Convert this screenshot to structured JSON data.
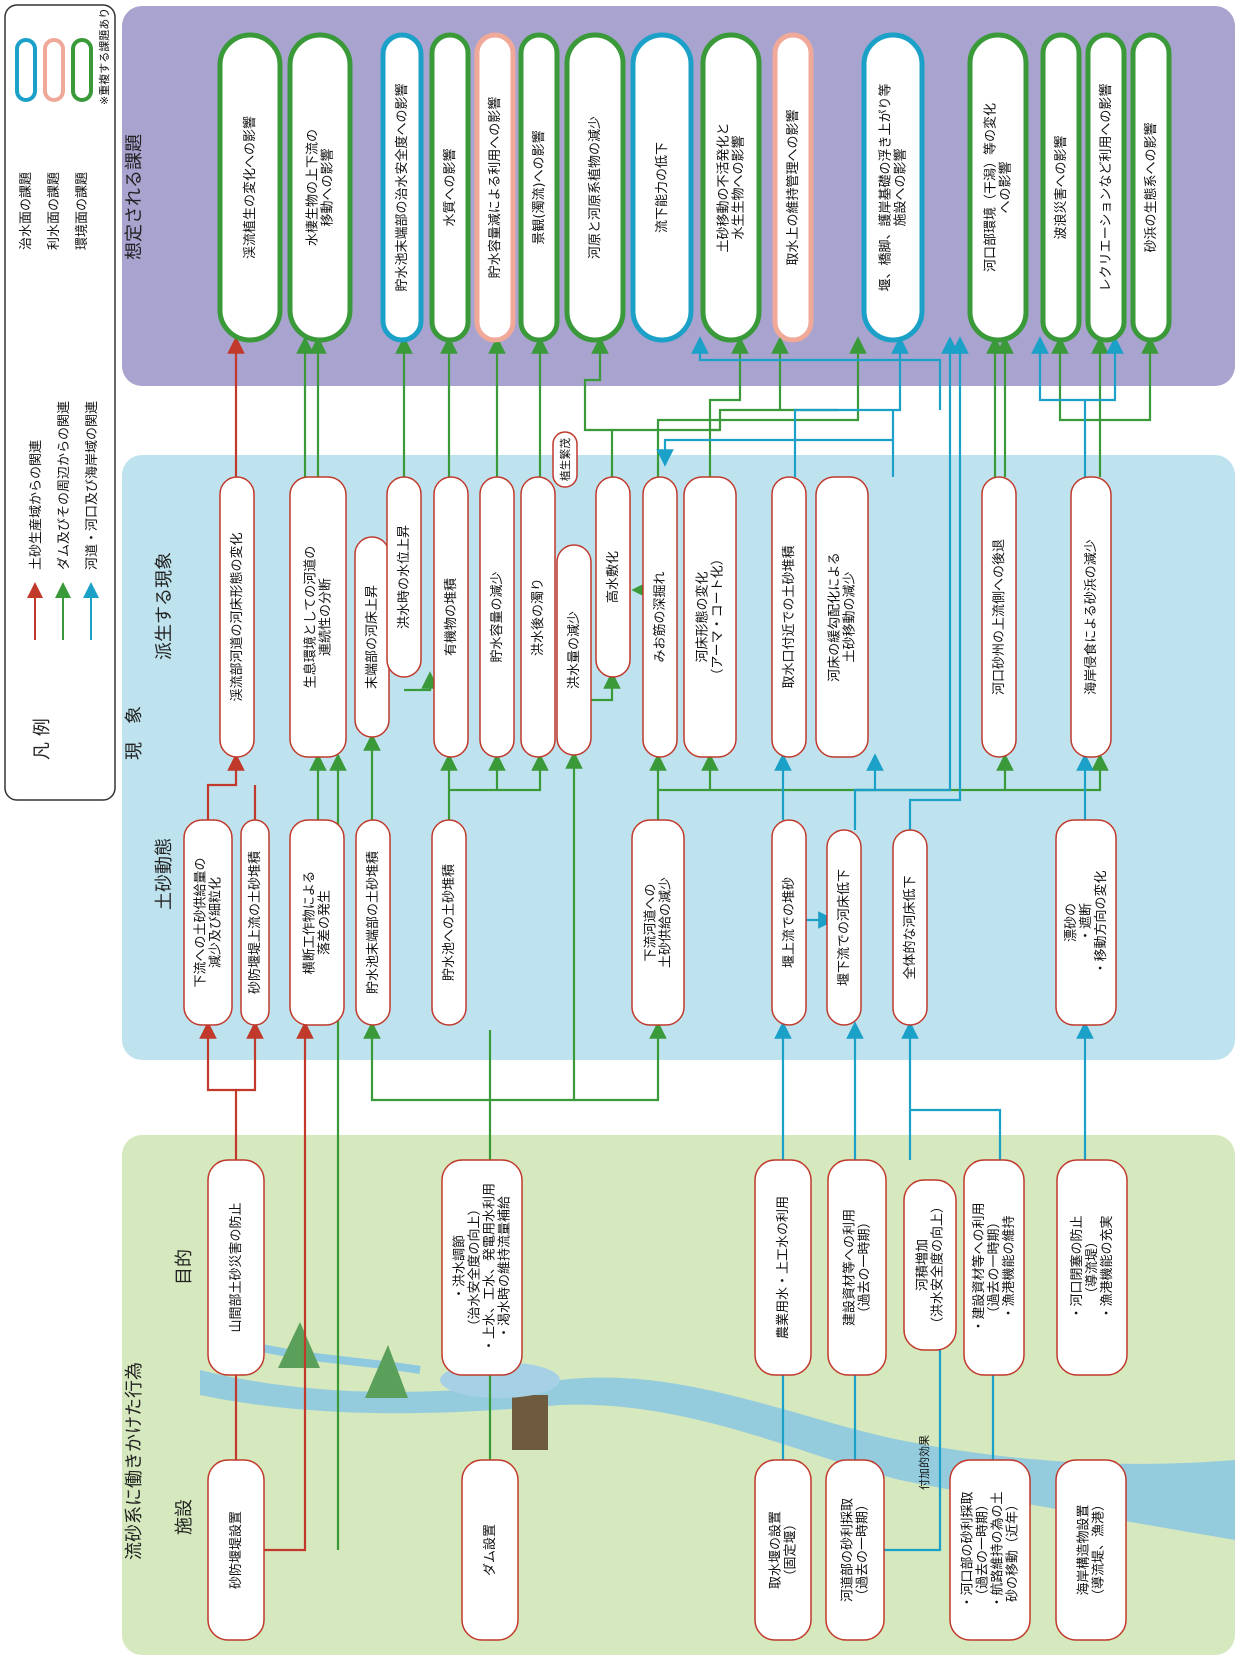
{
  "legend": {
    "title": "凡 例",
    "arrows": [
      {
        "label": "土砂生産域からの関連",
        "color": "#c0392b"
      },
      {
        "label": "ダム及びその周辺からの関連",
        "color": "#3a9a3a"
      },
      {
        "label": "河道・河口及び海岸域の関連",
        "color": "#1ba0c8"
      }
    ],
    "issues": [
      {
        "label": "治水面の課題",
        "color": "#1ba0c8"
      },
      {
        "label": "利水面の課題",
        "color": "#f0a898"
      },
      {
        "label": "環境面の課題",
        "color": "#3a9a3a"
      }
    ],
    "note": "※重複する課題あり"
  },
  "bands": {
    "top": {
      "title": "想定される課題",
      "color": "#a9a3cf"
    },
    "middle": {
      "title_phenomena": "現　象",
      "title_derived": "派生する現象",
      "title_sediment": "土砂動態",
      "color": "#bfe3ee"
    },
    "bottom": {
      "title": "流砂系に働きかけた行為",
      "title_facility": "施設",
      "title_purpose": "目的",
      "color": "#d6e8bd"
    }
  },
  "colors": {
    "red": "#c0392b",
    "green": "#3a9a3a",
    "blue": "#1ba0c8",
    "pink": "#f0a898"
  },
  "issues": [
    {
      "id": "i1",
      "text": "渓流植生の変化への影響",
      "kind": "green"
    },
    {
      "id": "i2",
      "text": "水棲生物の上下流の\n移動への影響",
      "kind": "green"
    },
    {
      "id": "i3",
      "text": "貯水池末端部の治水安全度への影響",
      "kind": "blue"
    },
    {
      "id": "i4",
      "text": "水質への影響",
      "kind": "green"
    },
    {
      "id": "i5",
      "text": "貯水容量減による利用への影響",
      "kind": "pink"
    },
    {
      "id": "i6",
      "text": "景観(濁流)への影響",
      "kind": "green"
    },
    {
      "id": "i7",
      "text": "河原と河原系植物の減少",
      "kind": "green"
    },
    {
      "id": "i8",
      "text": "流下能力の低下",
      "kind": "blue"
    },
    {
      "id": "i9",
      "text": "土砂移動の不活発化と\n水生生物への影響",
      "kind": "green"
    },
    {
      "id": "i10",
      "text": "取水上の維持管理への影響",
      "kind": "pink"
    },
    {
      "id": "i11",
      "text": "堰、橋脚、護岸基礎の浮き上がり等\n施設への影響",
      "kind": "blue"
    },
    {
      "id": "i12",
      "text": "河口部環境（干潟）等の変化\nへの影響",
      "kind": "green"
    },
    {
      "id": "i13",
      "text": "波浪災害への影響",
      "kind": "green"
    },
    {
      "id": "i14",
      "text": "レクリエーションなど利用への影響",
      "kind": "green"
    },
    {
      "id": "i15",
      "text": "砂浜の生態系への影響",
      "kind": "green"
    }
  ],
  "derived": [
    {
      "id": "d1",
      "text": "渓流部河道の河床形態の変化"
    },
    {
      "id": "d2",
      "text": "生息環境としての河道の\n連続性の分断"
    },
    {
      "id": "d3a",
      "text": "末端部の河床上昇"
    },
    {
      "id": "d3b",
      "text": "洪水時の水位上昇"
    },
    {
      "id": "d4",
      "text": "有機物の堆積"
    },
    {
      "id": "d5",
      "text": "貯水容量の減少"
    },
    {
      "id": "d6",
      "text": "洪水後の濁り"
    },
    {
      "id": "d7",
      "text": "洪水量の減少"
    },
    {
      "id": "d8",
      "text": "高水敷化"
    },
    {
      "id": "d8b",
      "text": "植生繁茂"
    },
    {
      "id": "d9",
      "text": "みお筋の深掘れ"
    },
    {
      "id": "d10",
      "text": "河床形態の変化\n（アーマ・コート化）"
    },
    {
      "id": "d11",
      "text": "取水口付近での土砂堆積"
    },
    {
      "id": "d12",
      "text": "河床の緩勾配化による\n土砂移動の減少"
    },
    {
      "id": "d13",
      "text": "河口砂州の上流側への後退"
    },
    {
      "id": "d14",
      "text": "海岸侵食による砂浜の減少"
    }
  ],
  "sediment": [
    {
      "id": "s1",
      "text": "下流への土砂供給量の\n減少及び細粒化"
    },
    {
      "id": "s2",
      "text": "砂防堰堤上流の土砂堆積"
    },
    {
      "id": "s3",
      "text": "横断工作物による\n落差の発生"
    },
    {
      "id": "s4",
      "text": "貯水池末端部の土砂堆積"
    },
    {
      "id": "s5",
      "text": "貯水池への土砂堆積"
    },
    {
      "id": "s6",
      "text": "下流河道への\n土砂供給の減少"
    },
    {
      "id": "s7",
      "text": "堰上流での堆砂"
    },
    {
      "id": "s8",
      "text": "堰下流での河床低下"
    },
    {
      "id": "s9",
      "text": "全体的な河床低下"
    },
    {
      "id": "s10",
      "text": "漂砂の\n・遮断\n・移動方向の変化"
    }
  ],
  "purposes": [
    {
      "id": "p1",
      "text": "山間部土砂災害の防止"
    },
    {
      "id": "p2",
      "text": "・洪水調節\n（治水安全度の向上）\n・上水、工水、発電用水利用\n・渇水時の維持流量補給"
    },
    {
      "id": "p3",
      "text": "農業用水・上工水の利用"
    },
    {
      "id": "p4",
      "text": "建設資材等への利用\n（過去の一時期）"
    },
    {
      "id": "p5",
      "text": "河積増加\n（洪水安全度の向上）"
    },
    {
      "id": "p6",
      "text": "・建設資材等への利用\n（過去の一時期）\n・漁港機能の維持"
    },
    {
      "id": "p7",
      "text": "・河口閉塞の防止\n（導流堤）\n・漁港機能の充実"
    }
  ],
  "facilities": [
    {
      "id": "f1",
      "text": "砂防堰堤設置"
    },
    {
      "id": "f2",
      "text": "ダム設置"
    },
    {
      "id": "f3",
      "text": "取水堰の設置\n（固定堰）"
    },
    {
      "id": "f4",
      "text": "河道部の砂利採取\n（過去の一時期）"
    },
    {
      "id": "f5",
      "text": "・河口部の砂利採取\n（過去の一時期）\n・航路維持の為の土\n砂の移動（近年）"
    },
    {
      "id": "f6",
      "text": "海岸構造物設置\n（導流堤、漁港）"
    }
  ],
  "labels": {
    "additional_effect": "付加的効果"
  }
}
